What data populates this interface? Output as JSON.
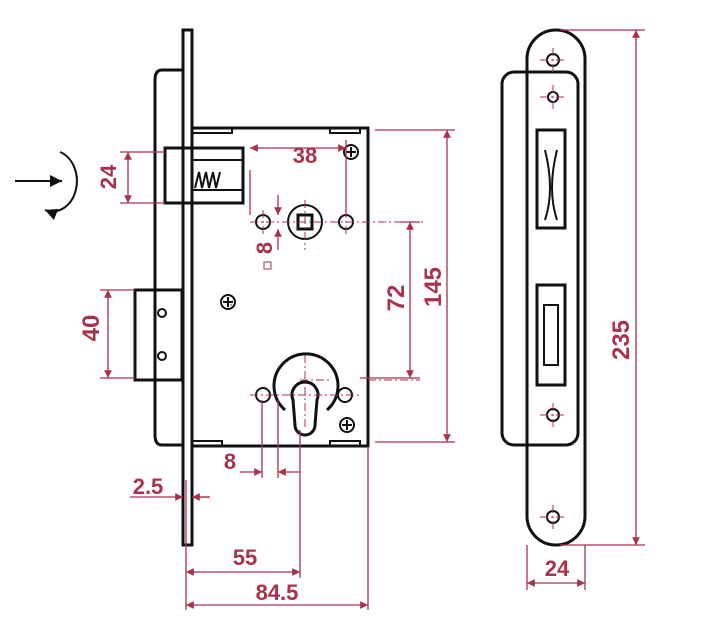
{
  "colors": {
    "dimension": "#a8324a",
    "outline": "#111111"
  },
  "dimensions": {
    "latch_height": "24",
    "spindle_to_hole": "38",
    "spindle_square": "8",
    "spindle_to_cylinder": "72",
    "body_height": "145",
    "bolt_height": "40",
    "hole_width": "8",
    "plate_thickness": "2.5",
    "backset": "55",
    "body_depth": "84.5",
    "faceplate_length": "235",
    "faceplate_width": "24"
  }
}
